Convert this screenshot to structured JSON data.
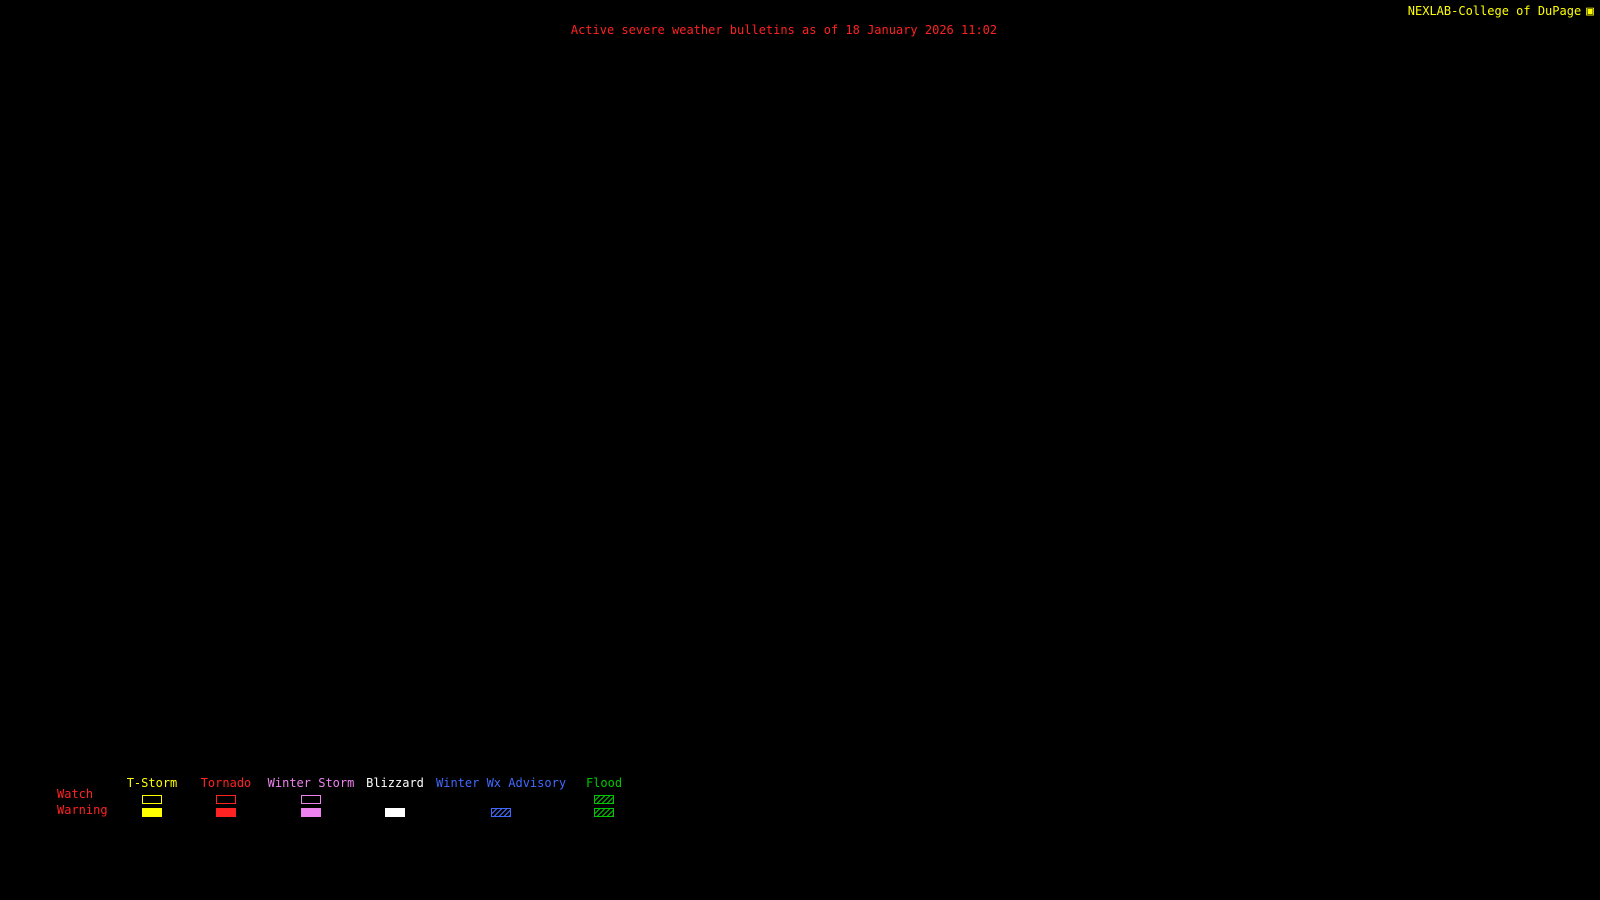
{
  "brand": {
    "label": "NEXLAB-College of DuPage",
    "color": "#ffff00",
    "icon": "nexlab-logo-icon",
    "icon_glyph": "▣"
  },
  "title": {
    "text": "Active severe weather bulletins as of 18 January 2026 11:02",
    "color": "#ff2222"
  },
  "legend": {
    "watch_label": "Watch",
    "warning_label": "Warning",
    "label_color": "#ff2222",
    "columns": [
      {
        "label": "T-Storm",
        "color": "#ffff00",
        "watch_style": "outline",
        "warning_style": "filled"
      },
      {
        "label": "Tornado",
        "color": "#ff2222",
        "watch_style": "outline",
        "warning_style": "filled"
      },
      {
        "label": "Winter Storm",
        "color": "#ee82ee",
        "watch_style": "outline",
        "warning_style": "filled"
      },
      {
        "label": "Blizzard",
        "color": "#ffffff",
        "watch_style": "none",
        "warning_style": "filled"
      },
      {
        "label": "Winter Wx Advisory",
        "color": "#4169ff",
        "watch_style": "none",
        "warning_style": "hatched"
      },
      {
        "label": "Flood",
        "color": "#00c800",
        "watch_style": "hatched",
        "warning_style": "hatched"
      }
    ]
  }
}
